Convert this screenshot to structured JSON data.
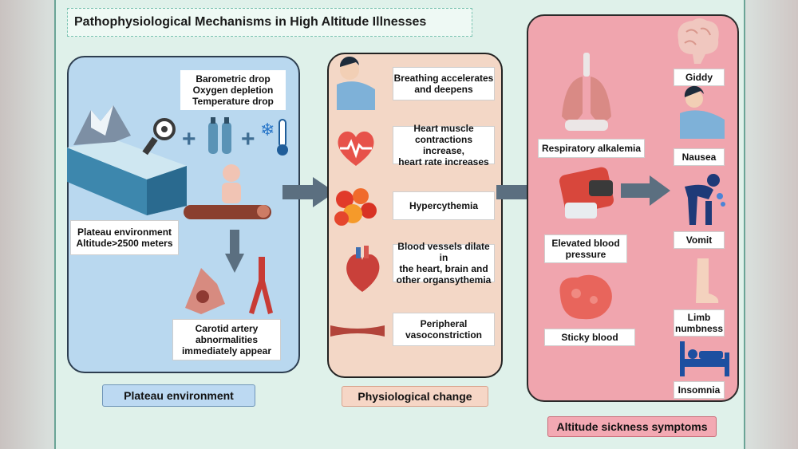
{
  "title": "Pathophysiological Mechanisms in High Altitude Illnesses",
  "plateau": {
    "factors": [
      "Barometric drop",
      "Oxygen depletion",
      "Temperature drop"
    ],
    "environment": [
      "Plateau environment",
      "Altitude>2500 meters"
    ],
    "carotid": [
      "Carotid artery",
      "abnormalities",
      "immediately appear"
    ],
    "label": "Plateau environment"
  },
  "physiology": {
    "items": [
      [
        "Breathing accelerates",
        "and deepens"
      ],
      [
        "Heart muscle",
        "contractions increase,",
        "heart rate increases"
      ],
      [
        "Hypercythemia"
      ],
      [
        "Blood vessels dilate in",
        "the heart, brain and",
        "other organsythemia"
      ],
      [
        "Peripheral",
        "vasoconstriction"
      ]
    ],
    "label": "Physiological change"
  },
  "symptoms": {
    "middle": [
      [
        "Respiratory alkalemia"
      ],
      [
        "Elevated blood",
        "pressure"
      ],
      [
        "Sticky blood"
      ]
    ],
    "right": [
      [
        "Giddy"
      ],
      [
        "Nausea"
      ],
      [
        "Vomit"
      ],
      [
        "Limb",
        "numbness"
      ],
      [
        "Insomnia"
      ]
    ],
    "label": "Altitude sickness symptoms"
  },
  "colors": {
    "plateau_panel": "#b9d8ef",
    "physiology_panel": "#f3d7c6",
    "symptoms_panel": "#f0a5ae",
    "arrow": "#5b6f80",
    "plateau_label": "#bcd9f2",
    "physiology_label": "#f6d6c6",
    "symptoms_label": "#f3a9b3"
  }
}
